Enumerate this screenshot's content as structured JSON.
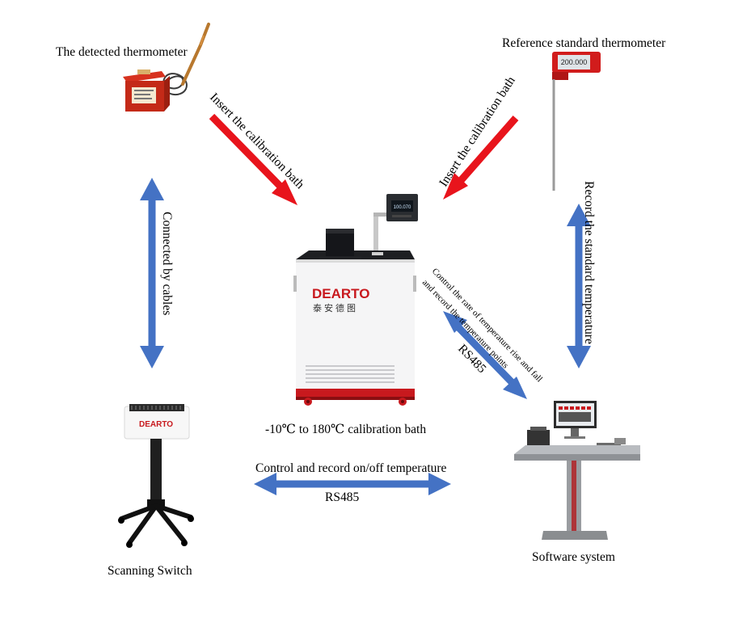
{
  "labels": {
    "detected_thermometer": "The detected thermometer",
    "reference_thermometer": "Reference standard thermometer",
    "calibration_bath": "-10℃ to 180℃ calibration bath",
    "scanning_switch": "Scanning Switch",
    "software_system": "Software system"
  },
  "arrows": {
    "insert_left": "Insert the calibration bath",
    "insert_right": "Insert the calibration bath",
    "cables": "Connected by cables",
    "record_standard": "Record the standard temperature",
    "control_rate_line1": "Control the rate of temperature rise and fall",
    "control_rate_line2": "and record the temperature points",
    "rs485_diag": "RS485",
    "control_onoff": "Control and record on/off temperature",
    "rs485_bottom": "RS485"
  },
  "device_text": {
    "brand": "DEARTO",
    "brand_cn": "泰安德图",
    "reference_display": "200.000",
    "bath_display": "100.070"
  },
  "colors": {
    "red_arrow": "#e8141c",
    "blue_arrow": "#4472c4",
    "device_red": "#c8191e"
  }
}
